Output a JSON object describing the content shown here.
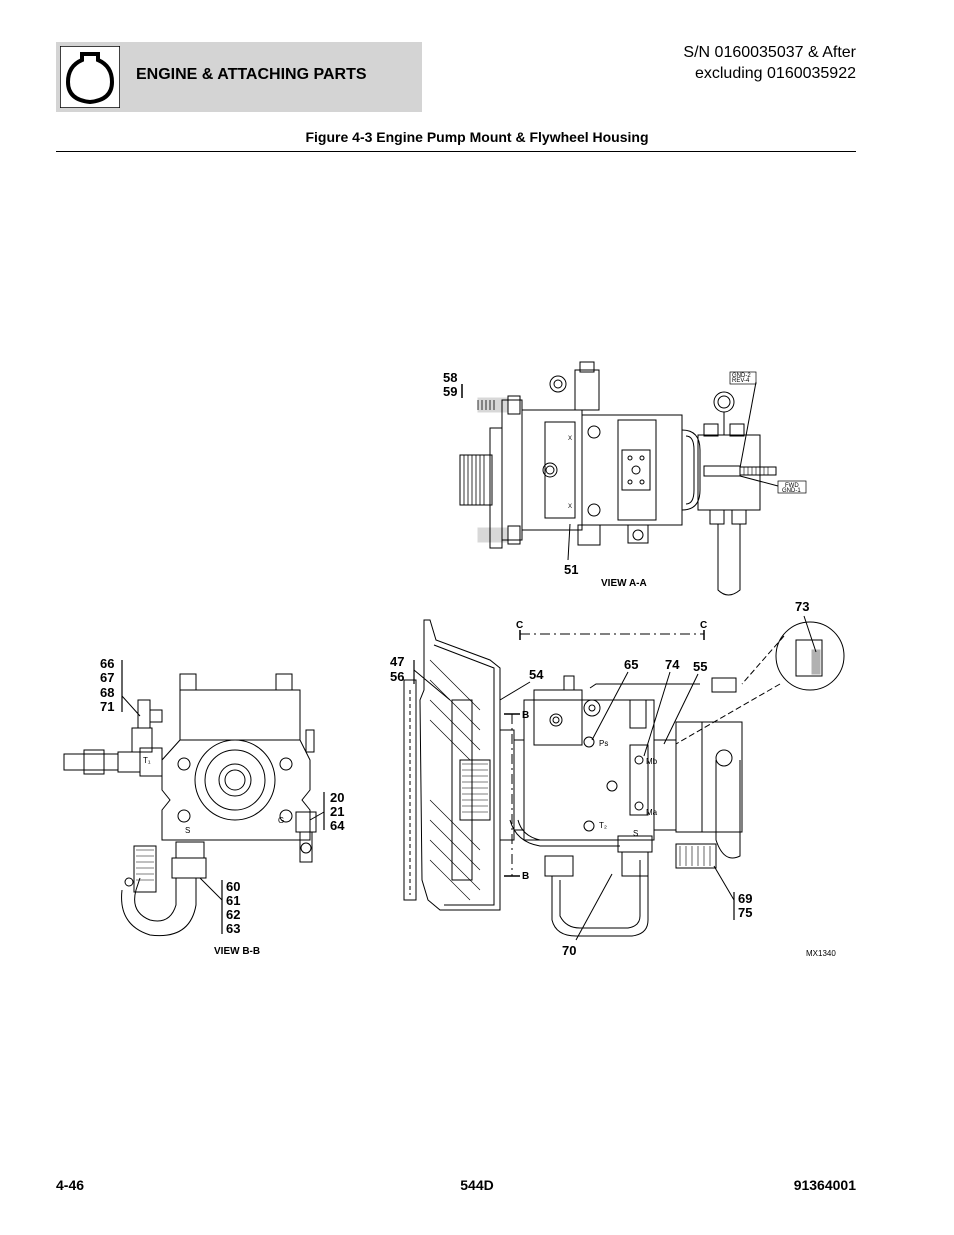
{
  "header": {
    "section_title": "ENGINE & ATTACHING PARTS",
    "serial_line1": "S/N 0160035037 & After",
    "serial_line2": "excluding 0160035922",
    "icon": "engine-icon"
  },
  "figure": {
    "title": "Figure 4-3 Engine Pump Mount & Flywheel Housing",
    "drawing_code": "MX1340",
    "views": {
      "view_aa": "VIEW A-A",
      "view_bb": "VIEW B-B"
    },
    "section_marks": {
      "b": "B",
      "c": "C"
    },
    "callouts": {
      "c58": "58",
      "c59": "59",
      "c51": "51",
      "c66": "66",
      "c67": "67",
      "c68": "68",
      "c71": "71",
      "c20": "20",
      "c21": "21",
      "c64": "64",
      "c60": "60",
      "c61": "61",
      "c62": "62",
      "c63": "63",
      "c47": "47",
      "c56": "56",
      "c54": "54",
      "c65": "65",
      "c74": "74",
      "c55": "55",
      "c73": "73",
      "c69": "69",
      "c75": "75",
      "c70": "70"
    },
    "port_labels": {
      "t1": "T₁",
      "s": "S",
      "g": "G",
      "ps": "Ps",
      "mb": "Mb",
      "ma": "Ma",
      "t2": "T₂",
      "x": "X"
    },
    "tags": {
      "tag1a": "GND-2",
      "tag1b": "REV-4",
      "tag2a": "FWD",
      "tag2b": "GND-1"
    }
  },
  "footer": {
    "page": "4-46",
    "model": "544D",
    "part_number": "91364001"
  }
}
